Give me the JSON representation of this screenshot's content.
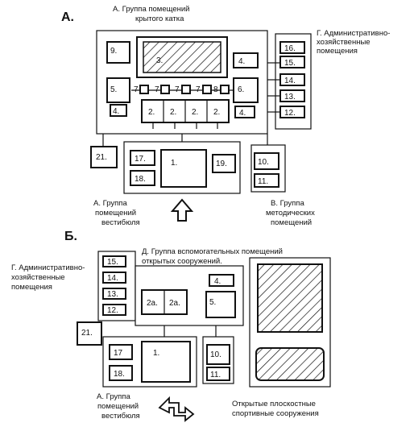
{
  "sections": {
    "a": {
      "letter": "А.",
      "group_a_top": [
        "А. Группа помещений",
        "крытого катка"
      ],
      "group_g": [
        "Г. Административно-",
        "хозяйственные",
        "помещения"
      ],
      "group_a_bottom": [
        "А. Группа",
        "помещений",
        "вестибюля"
      ],
      "group_v": [
        "В. Группа",
        "методических",
        "помещений"
      ],
      "rooms": {
        "r1": "1.",
        "r2": "2.",
        "r3": "3.",
        "r4": "4.",
        "r5": "5.",
        "r6": "6.",
        "r7": "7",
        "r8": "8",
        "r9": "9.",
        "r10": "10.",
        "r11": "11.",
        "r12": "12.",
        "r13": "13.",
        "r14": "14.",
        "r15": "15.",
        "r16": "16.",
        "r17": "17.",
        "r18": "18.",
        "r19": "19.",
        "r21": "21."
      }
    },
    "b": {
      "letter": "Б.",
      "group_d": [
        "Д. Группа вспомогательных помещений",
        "открытых сооружений."
      ],
      "group_g": [
        "Г. Административно-",
        "хозяйственные",
        "помещения"
      ],
      "group_a_bottom": [
        "А. Группа",
        "помещений",
        "вестибюля"
      ],
      "open_fields": [
        "Открытые плоскостные",
        "спортивные сооружения"
      ],
      "rooms": {
        "r1": "1.",
        "r2a": "2а.",
        "r4": "4.",
        "r5": "5.",
        "r10": "10.",
        "r11": "11.",
        "r12": "12.",
        "r13": "13.",
        "r14": "14.",
        "r15": "15.",
        "r17": "17",
        "r18": "18.",
        "r21": "21."
      }
    }
  }
}
